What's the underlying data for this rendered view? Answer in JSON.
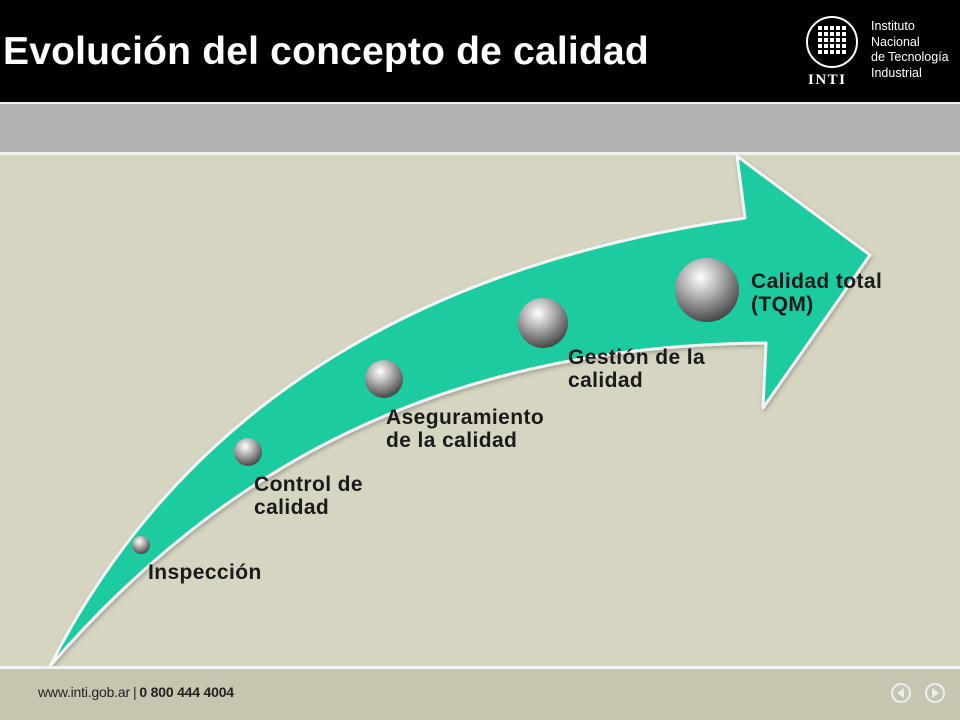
{
  "slide": {
    "title": "Evolución del concepto de calidad"
  },
  "logo": {
    "lines": [
      "Instituto",
      "Nacional",
      "de Tecnología",
      "Industrial"
    ],
    "wordmark": "INTI"
  },
  "diagram": {
    "stages": [
      {
        "line1": "Inspección",
        "line2": ""
      },
      {
        "line1": "Control de",
        "line2": "calidad"
      },
      {
        "line1": "Aseguramiento",
        "line2": "de la calidad"
      },
      {
        "line1": "Gestión de la",
        "line2": "calidad"
      },
      {
        "line1": "Calidad total",
        "line2": "(TQM)"
      }
    ],
    "colors": {
      "arrow": "#1ecba0",
      "node": "#8f8f8f",
      "background": "#d6d5c2"
    }
  },
  "footer": {
    "site": "www.inti.gob.ar",
    "separator": "|",
    "phone": "0 800 444 4004"
  },
  "nav": {
    "prev_icon": "prev-arrow-icon",
    "next_icon": "next-arrow-icon"
  }
}
